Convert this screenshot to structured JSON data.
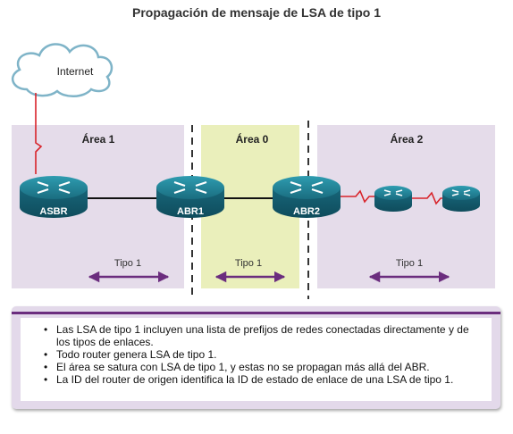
{
  "title": "Propagación de mensaje de LSA de tipo 1",
  "cloud": {
    "label": "Internet"
  },
  "areas": [
    {
      "label": "Área 1",
      "tipo": "Tipo 1"
    },
    {
      "label": "Área 0",
      "tipo": "Tipo 1"
    },
    {
      "label": "Área 2",
      "tipo": "Tipo 1"
    }
  ],
  "routers": [
    {
      "label": "ASBR"
    },
    {
      "label": "ABR1"
    },
    {
      "label": "ABR2"
    }
  ],
  "bullets": [
    "Las LSA de tipo 1 incluyen una lista de prefijos de redes conectadas directamente y de los tipos de enlaces.",
    "Todo router genera LSA de tipo 1.",
    "El área se satura con LSA de tipo 1, y estas no se propagan más allá del ABR.",
    "La ID del router de origen identifica la ID de estado de enlace de una LSA de tipo 1."
  ],
  "colors": {
    "area_side": "#e5dcea",
    "area_backbone": "#eaefbb",
    "router": "#1f7a8c",
    "arrow": "#6b2d7e",
    "serial_link": "#d8232a"
  }
}
